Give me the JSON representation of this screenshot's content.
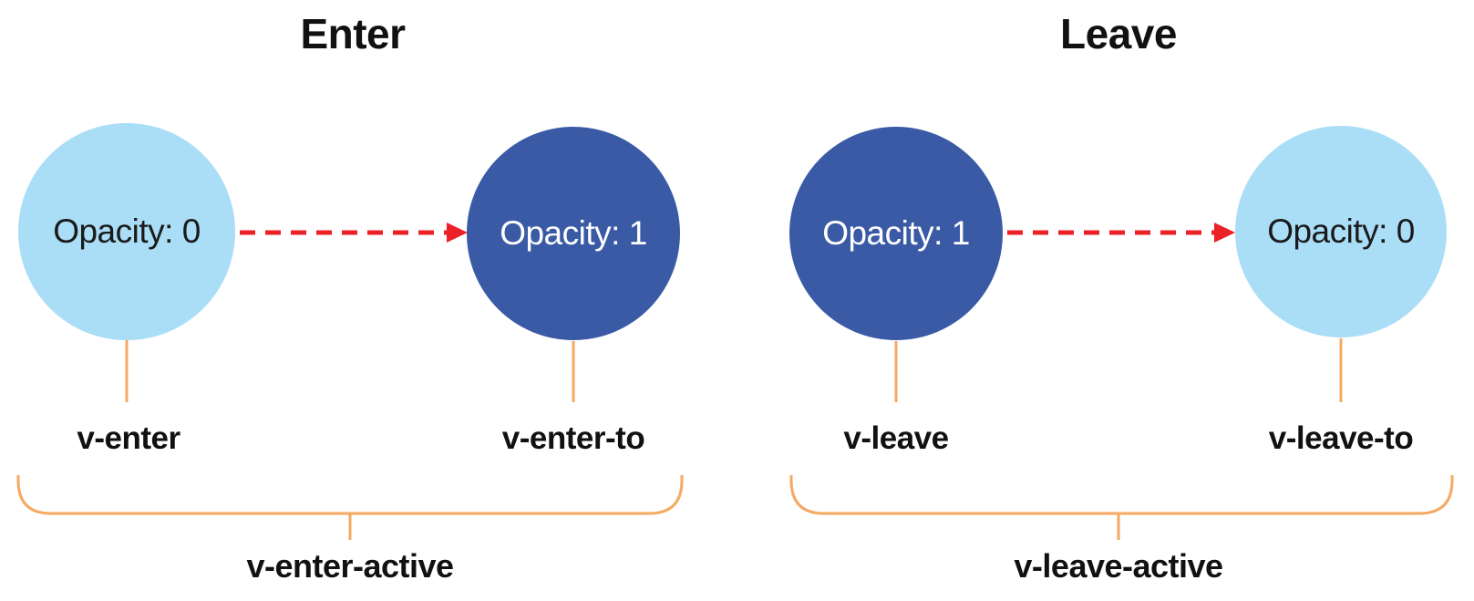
{
  "diagram": {
    "groups": [
      {
        "title": "Enter",
        "start_circle": {
          "text": "Opacity: 0",
          "fill": "light_circle"
        },
        "end_circle": {
          "text": "Opacity: 1",
          "fill": "dark_circle"
        },
        "start_label": "v-enter",
        "end_label": "v-enter-to",
        "active_label": "v-enter-active"
      },
      {
        "title": "Leave",
        "start_circle": {
          "text": "Opacity: 1",
          "fill": "dark_circle"
        },
        "end_circle": {
          "text": "Opacity: 0",
          "fill": "light_circle"
        },
        "start_label": "v-leave",
        "end_label": "v-leave-to",
        "active_label": "v-leave-active"
      }
    ],
    "colors": {
      "light_circle": "#AADDF6",
      "dark_circle": "#3A5AA6",
      "arrow_red": "#EB2127",
      "bracket_orange": "#F6A963",
      "text_dark": "#1A1A1A",
      "text_light": "#FFFFFF"
    }
  }
}
